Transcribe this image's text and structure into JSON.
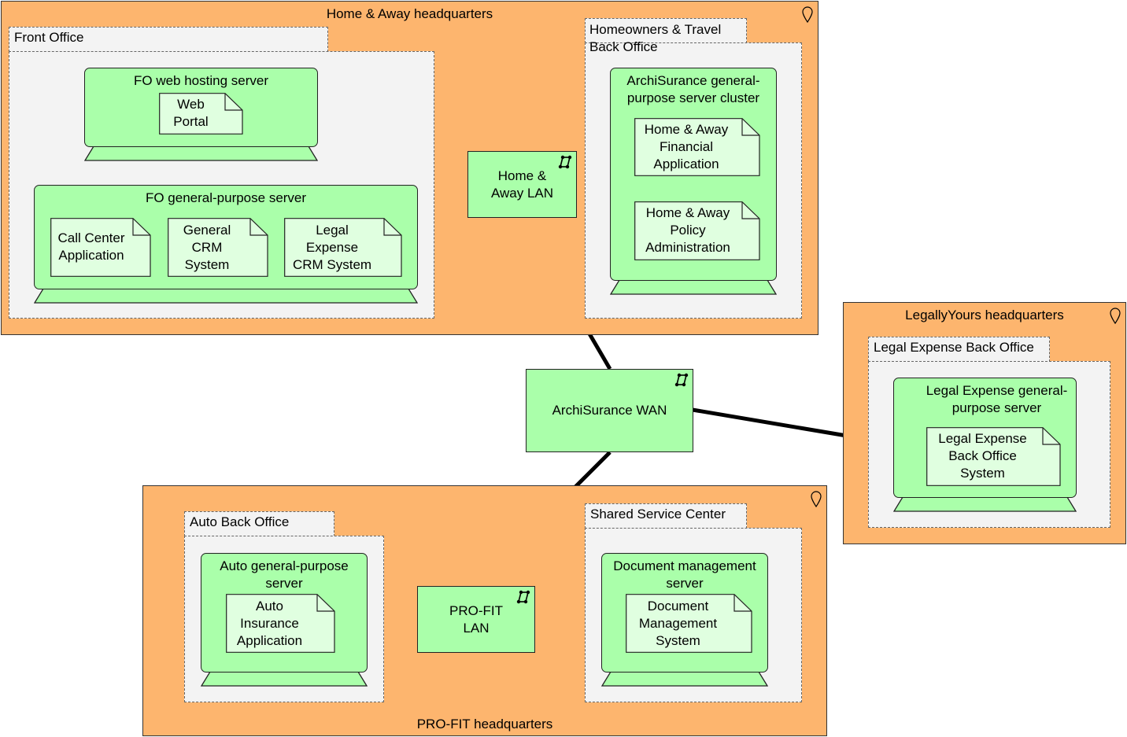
{
  "locations": {
    "home_away": "Home & Away headquarters",
    "legally_yours": "LegallyYours headquarters",
    "profit": "PRO-FIT headquarters"
  },
  "groups": {
    "front_office": "Front Office",
    "homeowners_travel": "Homeowners & Travel\nBack Office",
    "legal_expense_back_office": "Legal Expense Back Office",
    "auto_back_office": "Auto Back Office",
    "shared_service_center": "Shared Service Center"
  },
  "nodes": {
    "fo_web_hosting": "FO web hosting server",
    "fo_general_purpose": "FO general-purpose server",
    "archisurance_cluster": "ArchiSurance general-\npurpose server cluster",
    "legal_expense_server": "Legal Expense general-\npurpose server",
    "auto_server": "Auto general-purpose\nserver",
    "document_mgmt_server": "Document management\nserver"
  },
  "artifacts": {
    "web_portal": "Web\nPortal",
    "call_center": "Call Center\nApplication",
    "general_crm": "General\nCRM\nSystem",
    "legal_expense_crm": "Legal\nExpense\nCRM System",
    "ha_financial": "Home & Away\nFinancial\nApplication",
    "ha_policy": "Home & Away\nPolicy\nAdministration",
    "legal_expense_bo_system": "Legal Expense\nBack Office\nSystem",
    "auto_insurance": "Auto\nInsurance\nApplication",
    "document_management": "Document\nManagement\nSystem"
  },
  "networks": {
    "home_away_lan": "Home &\nAway LAN",
    "archisurance_wan": "ArchiSurance WAN",
    "profit_lan": "PRO-FIT\nLAN"
  },
  "icons": {
    "location": "location-pin-icon",
    "network": "network-icon",
    "artifact": "artifact-document-icon",
    "device_stand": "device-stand"
  },
  "colors": {
    "location_fill": "#fdb56e",
    "node_fill": "#aaffaa",
    "artifact_fill": "#e0ffe0",
    "group_fill": "#f3f3f3"
  }
}
